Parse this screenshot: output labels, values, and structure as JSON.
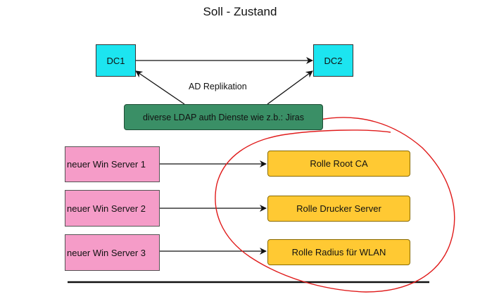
{
  "title": "Soll - Zustand",
  "nodes": {
    "dc1": "DC1",
    "dc2": "DC2",
    "ldap": "diverse LDAP auth Dienste wie z.b.: Jiras",
    "win1": "neuer Win Server 1",
    "win2": "neuer Win Server 2",
    "win3": "neuer Win Server 3",
    "role1": "Rolle Root CA",
    "role2": "Rolle Drucker Server",
    "role3": "Rolle Radius für WLAN"
  },
  "edge_labels": {
    "replication": "AD Replikation"
  },
  "colors": {
    "dc": "#1ce5f0",
    "ldap": "#3a8f66",
    "win": "#f59cc8",
    "role": "#ffc933",
    "annotation": "#e01b1b"
  }
}
